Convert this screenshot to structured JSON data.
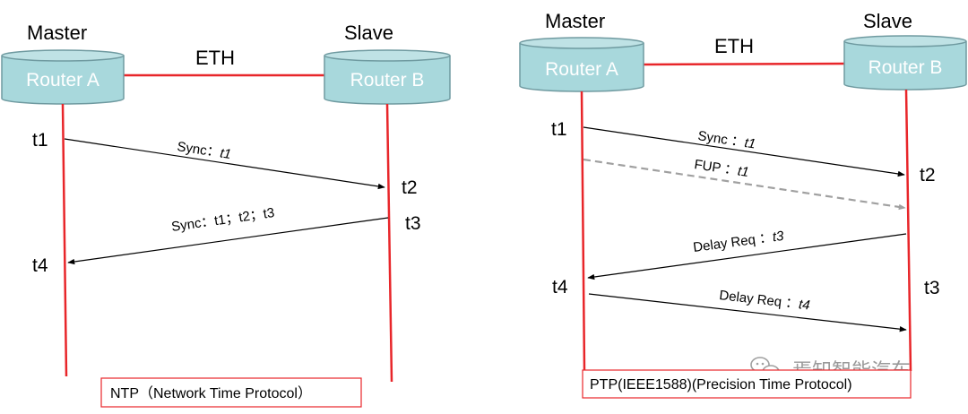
{
  "colors": {
    "timeline": "#e8262a",
    "router_fill": "#a8d8dc",
    "router_stroke": "#6f9aa0",
    "router_text": "#ffffff",
    "arrow": "#000000",
    "fup_arrow": "#a0a0a0",
    "caption_border": "#e8262a"
  },
  "ntp": {
    "master_label": "Master",
    "slave_label": "Slave",
    "link_label": "ETH",
    "router_a": "Router A",
    "router_b": "Router  B",
    "t1": "t1",
    "t2": "t2",
    "t3": "t3",
    "t4": "t4",
    "msg1_head": "Sync：",
    "msg1_tail": "t1",
    "msg2": "Sync：t1；t2；t3",
    "caption": "NTP（Network Time Protocol）"
  },
  "ptp": {
    "master_label": "Master",
    "slave_label": "Slave",
    "link_label": "ETH",
    "router_a": "Router A",
    "router_b": "Router  B",
    "t1": "t1",
    "t2": "t2",
    "t3": "t3",
    "t4": "t4",
    "msg1_head": "Sync ：",
    "msg1_tail": "t1",
    "msg2_head": "FUP ：",
    "msg2_tail": "t1",
    "msg3_head": "Delay Req ：",
    "msg3_tail": "t3",
    "msg4_head": "Delay Req ：",
    "msg4_tail": "t4",
    "caption": "PTP(IEEE1588)(Precision Time Protocol)"
  },
  "watermark": {
    "icon": "wechat-icon",
    "text": "焉知智能汽车"
  }
}
